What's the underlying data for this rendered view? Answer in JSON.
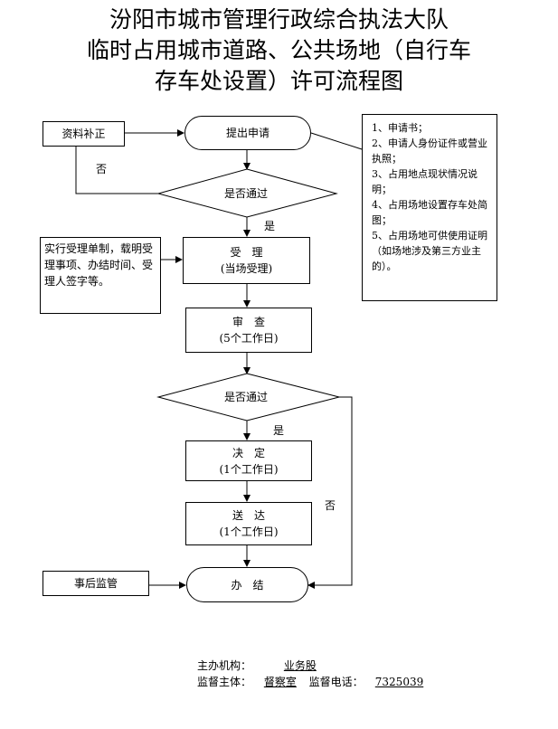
{
  "title": {
    "line1": "汾阳市城市管理行政综合执法大队",
    "line2": "临时占用城市道路、公共场地（自行车",
    "line3": "存车处设置）许可流程图"
  },
  "flow": {
    "supplement": "资料补正",
    "apply": "提出申请",
    "check1": "是否通过",
    "no1": "否",
    "yes1": "是",
    "accept_title": "受　理",
    "accept_sub": "(当场受理)",
    "review_title": "审　查",
    "review_sub": "(5个工作日)",
    "check2": "是否通过",
    "yes2": "是",
    "decide_title": "决　定",
    "decide_sub": "(1个工作日)",
    "deliver_title": "送　达",
    "deliver_sub": "(1个工作日)",
    "no2": "否",
    "finish": "办　结",
    "aftercare": "事后监管"
  },
  "accept_note": "实行受理单制，载明受理事项、办结时间、受理人签字等。",
  "materials": [
    "1、申请书；",
    "2、申请人身份证件或营业执照；",
    "3、占用地点现状情况说明；",
    "4、占用场地设置存车处简图；",
    "5、占用场地可供使用证明（如场地涉及第三方业主的）。"
  ],
  "footer": {
    "org_label": "主办机构：",
    "org_value": "业务股",
    "sup_label": "监督主体：",
    "sup_value": "督察室",
    "phone_label": "监督电话：",
    "phone_value": "7325039"
  }
}
